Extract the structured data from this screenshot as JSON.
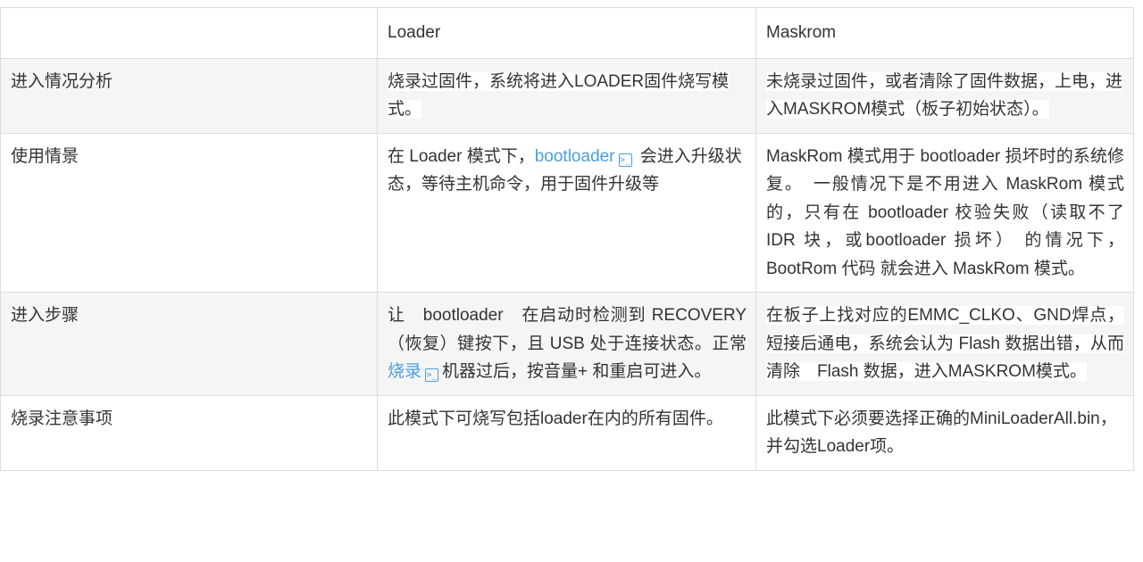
{
  "header": {
    "col0": "",
    "col1": "Loader",
    "col2": "Maskrom"
  },
  "rows": [
    {
      "label": "进入情况分析",
      "loader": "烧录过固件，系统将进入LOADER固件烧写模式。",
      "maskrom": "未烧录过固件，或者清除了固件数据，上电，进入MASKROM模式（板子初始状态）。"
    },
    {
      "label": "使用情景",
      "loader_pre": "在 Loader 模式下，",
      "loader_link": "bootloader",
      "loader_post": " 会进入升级状态，等待主机命令，用于固件升级等",
      "maskrom": "MaskRom 模式用于 bootloader 损坏时的系统修复。　一般情况下是不用进入 MaskRom 模式的，只有在 bootloader 校验失败（读取不了 IDR 块，或bootloader 损坏） 的情况下，BootRom 代码 就会进入 MaskRom 模式。"
    },
    {
      "label": "进入步骤",
      "loader_pre": "让　bootloader　在启动时检测到 RECOVERY（恢复）键按下，且 USB 处于连接状态。正常",
      "loader_link": "烧录",
      "loader_post": "机器过后，按音量+ 和重启可进入。",
      "maskrom": "在板子上找对应的EMMC_CLKO、GND焊点，短接后通电，系统会认为 Flash 数据出错，从而清除　Flash 数据，进入MASKROM模式。"
    },
    {
      "label": "烧录注意事项",
      "loader": "此模式下可烧写包括loader在内的所有固件。",
      "maskrom": "此模式下必须要选择正确的MiniLoaderAll.bin，并勾选Loader项。"
    }
  ],
  "colors": {
    "link": "#4a9ee0",
    "row_alt": "#f5f5f5",
    "border": "#dddddd"
  }
}
